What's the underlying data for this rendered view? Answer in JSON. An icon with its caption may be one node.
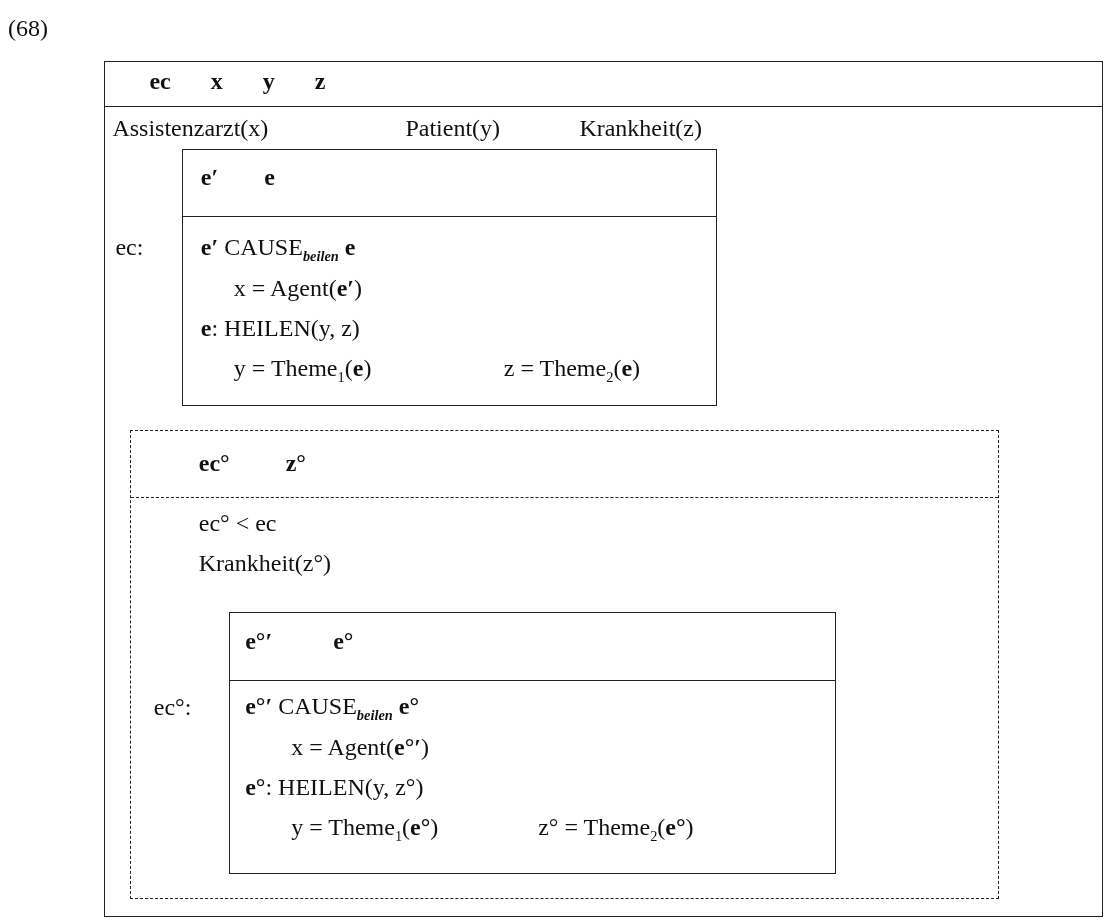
{
  "diagram": {
    "nodes": [
      {
        "text": [
          "ec x y z",
          "Assistenzarzt(x)",
          "Patient(y)",
          "Krankheit(z)"
        ]
      },
      {
        "text": [
          "e′ e",
          "**e′** CAUSE$_{beilen}$ **e**",
          "x = Agent(**e′**)",
          "**e**: HEILEN(y, z)",
          "y = Theme$_{1}$(**e**)",
          "z = Theme$_{2}$(**e**)"
        ],
        "beside": [
          "ec:"
        ],
        "in": 0
      },
      {
        "text": [
          "ec° z°",
          "ec° < ec",
          "Krankheit(z°)"
        ],
        "in": 0
      },
      {
        "text": [
          "e°′ e°",
          "**e°′** CAUSE$_{beilen}$ **e°**",
          "x = Agent(**e°′**)",
          "**e°**: HEILEN(y, z°)",
          "y = Theme$_{1}$(**e°**)",
          "z° = Theme$_{2}$(**e°**)"
        ],
        "beside": [
          "ec°:"
        ],
        "in": 2
      }
    ],
    "labels": [
      "(68)"
    ]
  }
}
